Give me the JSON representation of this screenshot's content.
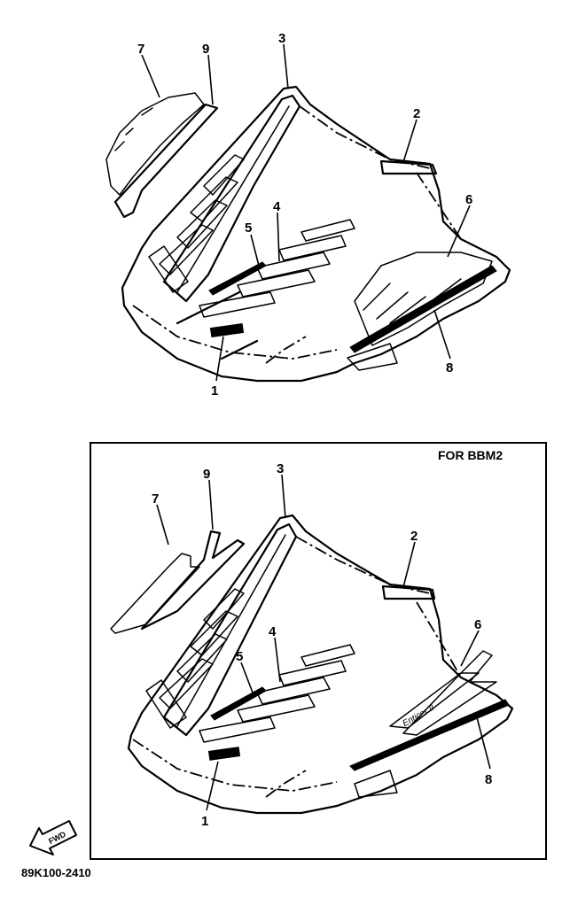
{
  "diagram": {
    "upper_callouts": [
      "7",
      "9",
      "3",
      "2",
      "4",
      "5",
      "6",
      "1",
      "8"
    ],
    "lower_callouts": [
      "7",
      "9",
      "3",
      "2",
      "4",
      "5",
      "6",
      "1",
      "8"
    ],
    "frame_label": "FOR BBM2",
    "direction_label": "FWD",
    "part_number": "89K100-2410"
  }
}
